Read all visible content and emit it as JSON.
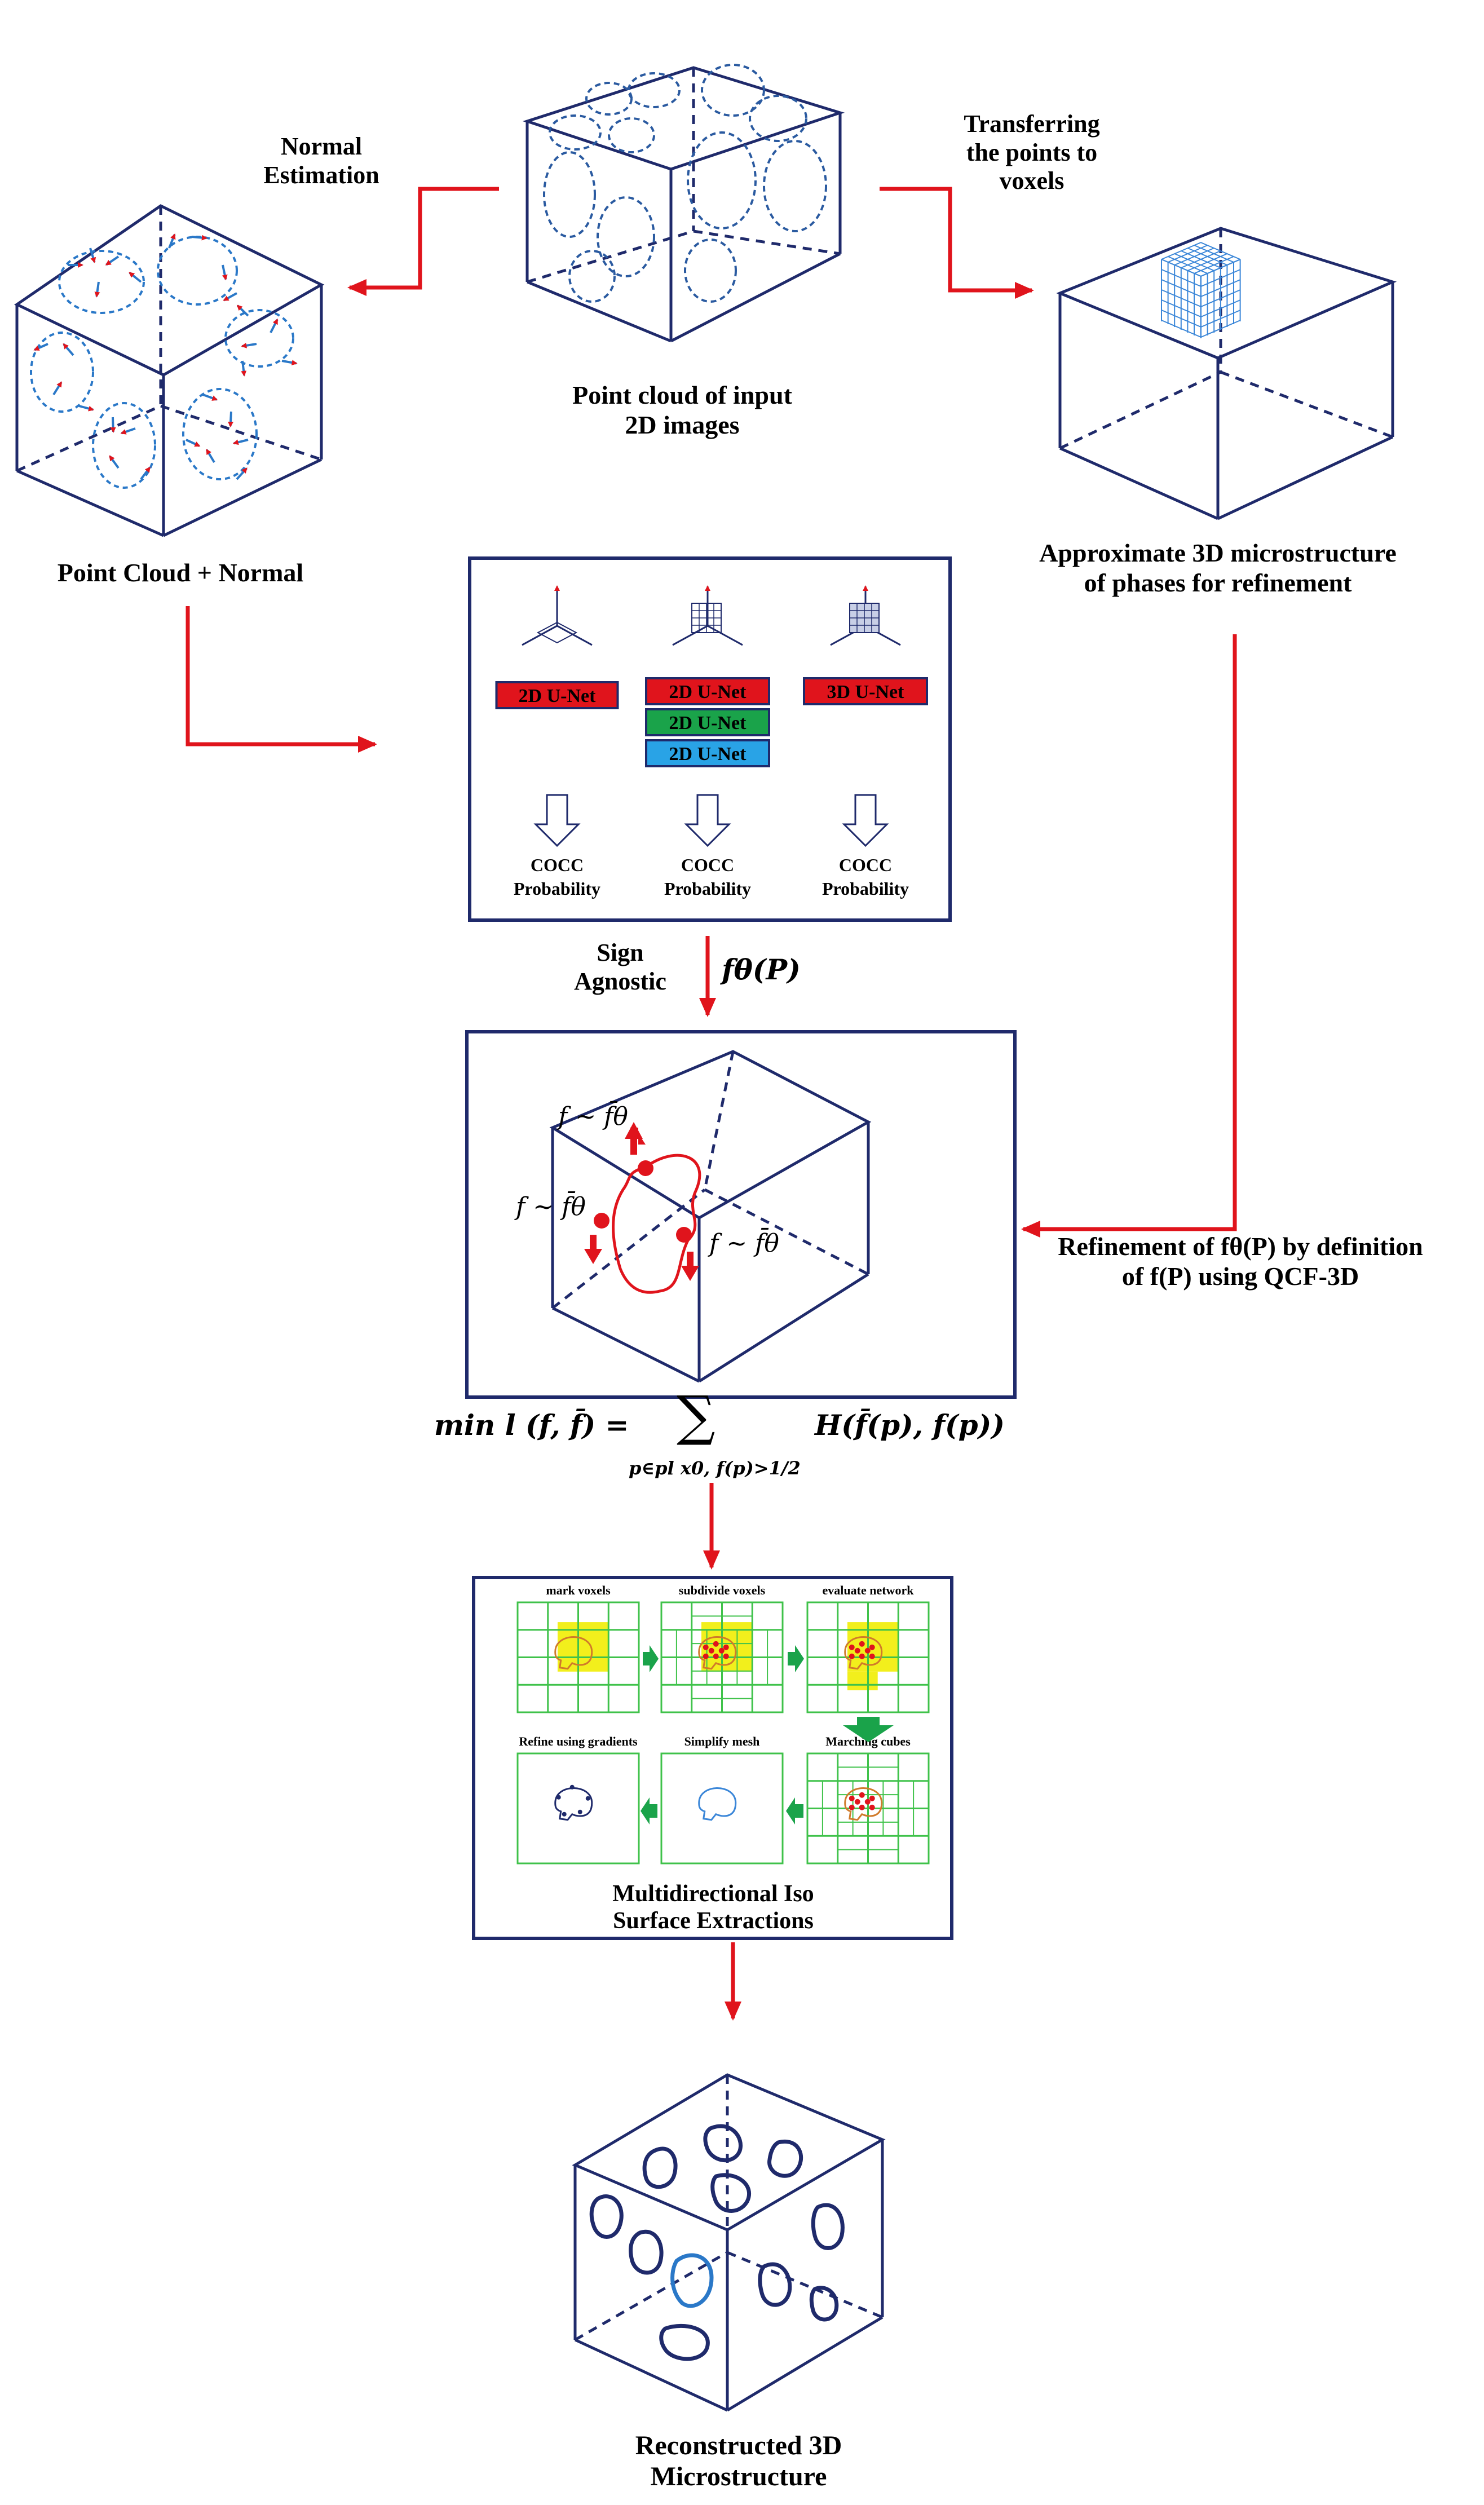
{
  "labels": {
    "normal_estimation": [
      "Normal",
      "Estimation"
    ],
    "transferring": [
      "Transferring",
      "the points to",
      "voxels"
    ],
    "point_cloud_input": [
      "Point cloud of input",
      "2D images"
    ],
    "point_cloud_normal": "Point Cloud + Normal",
    "approximate": [
      "Approximate 3D microstructure",
      "of phases for refinement"
    ],
    "sign_agnostic": [
      "Sign",
      "Agnostic"
    ],
    "refinement": [
      "Refinement of fθ(P) by definition",
      "of f(P) using QCF-3D"
    ],
    "multidirectional": [
      "Multidirectional Iso",
      "Surface Extractions"
    ],
    "reconstructed": [
      "Reconstructed 3D",
      "Microstructure"
    ]
  },
  "unet_panel": {
    "columns": [
      {
        "nets": [
          {
            "label": "2D U-Net",
            "color": "#e0141c"
          }
        ],
        "output": [
          "COCC",
          "Probability"
        ]
      },
      {
        "nets": [
          {
            "label": "2D U-Net",
            "color": "#e0141c"
          },
          {
            "label": "2D U-Net",
            "color": "#1aa34a"
          },
          {
            "label": "2D U-Net",
            "color": "#29a3e6"
          }
        ],
        "output": [
          "COCC",
          "Probability"
        ]
      },
      {
        "nets": [
          {
            "label": "3D U-Net",
            "color": "#e0141c"
          }
        ],
        "output": [
          "COCC",
          "Probability"
        ]
      }
    ]
  },
  "math": {
    "f_theta": "fθ(P)",
    "f_bar_label": "f ~ f̄θ",
    "loss_left": "min l (f, f̄) =",
    "loss_sum": "∑",
    "loss_sub": "p∈pl x0, f(p)>1/2",
    "loss_right": "H(f̄(p), f(p))"
  },
  "iso_panel": {
    "steps": [
      "mark voxels",
      "subdivide voxels",
      "evaluate network",
      "Refine using gradients",
      "Simplify mesh",
      "Marching cubes"
    ]
  },
  "colors": {
    "arrow_red": "#e0141c",
    "navy": "#1f2a6b",
    "blue_dots": "#2a78c8",
    "grid_green": "#3fc24a",
    "highlight_yellow": "#f2ef1c",
    "arrow_green": "#1aa34a"
  }
}
